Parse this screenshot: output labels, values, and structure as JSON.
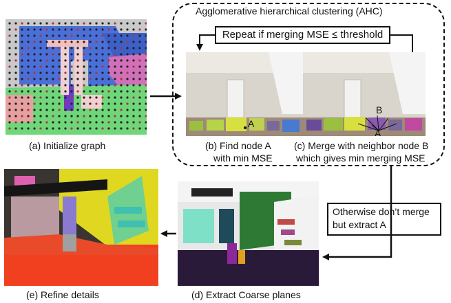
{
  "captions": {
    "a": "(a) Initialize graph",
    "b_line1": "(b) Find node A",
    "b_line2": "with min MSE",
    "c_line1": "(c) Merge with neighbor node B",
    "c_line2": "which gives min merging MSE",
    "d": "(d) Extract Coarse planes",
    "e": "(e) Refine details"
  },
  "ahc_title": "Agglomerative hierarchical clustering (AHC)",
  "repeat_label": "Repeat if merging MSE ≤ threshold",
  "otherwise_label": "Otherwise don’t merge but extract A",
  "node_labels": {
    "a_in_b": "A",
    "a_in_c": "A",
    "b_in_c": "B"
  }
}
